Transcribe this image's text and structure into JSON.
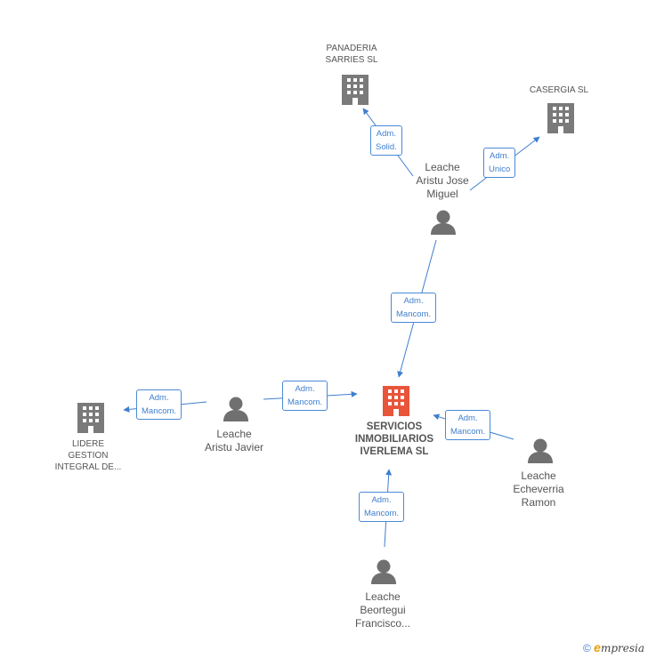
{
  "colors": {
    "edge": "#3f7fcf",
    "building": "#7a7a7a",
    "main_building": "#e8553a",
    "person": "#707070"
  },
  "nodes": {
    "panaderia": {
      "type": "company",
      "lines": [
        "PANADERIA",
        "SARRIES SL"
      ]
    },
    "casergia": {
      "type": "company",
      "lines": [
        "CASERGIA SL"
      ]
    },
    "miguel": {
      "type": "person",
      "lines": [
        "Leache",
        "Aristu Jose",
        "Miguel"
      ]
    },
    "servicios": {
      "type": "company-main",
      "lines": [
        "SERVICIOS",
        "INMOBILIARIOS",
        "IVERLEMA SL"
      ]
    },
    "javier": {
      "type": "person",
      "lines": [
        "Leache",
        "Aristu Javier"
      ]
    },
    "lidere": {
      "type": "company",
      "lines": [
        "LIDERE",
        "GESTION",
        "INTEGRAL DE..."
      ]
    },
    "ramon": {
      "type": "person",
      "lines": [
        "Leache",
        "Echeverria",
        "Ramon"
      ]
    },
    "francisco": {
      "type": "person",
      "lines": [
        "Leache",
        "Beortegui",
        "Francisco..."
      ]
    }
  },
  "edges": [
    {
      "id": "miguel-panaderia",
      "lines": [
        "Adm.",
        "Solid."
      ]
    },
    {
      "id": "miguel-casergia",
      "lines": [
        "Adm.",
        "Unico"
      ]
    },
    {
      "id": "miguel-servicios",
      "lines": [
        "Adm.",
        "Mancom."
      ]
    },
    {
      "id": "javier-lidere",
      "lines": [
        "Adm.",
        "Mancom."
      ]
    },
    {
      "id": "javier-servicios",
      "lines": [
        "Adm.",
        "Mancom."
      ]
    },
    {
      "id": "ramon-servicios",
      "lines": [
        "Adm.",
        "Mancom."
      ]
    },
    {
      "id": "francisco-servicios",
      "lines": [
        "Adm.",
        "Mancom."
      ]
    }
  ],
  "footer": {
    "copyright": "©",
    "brand_initial": "e",
    "brand_rest": "mpresia"
  }
}
